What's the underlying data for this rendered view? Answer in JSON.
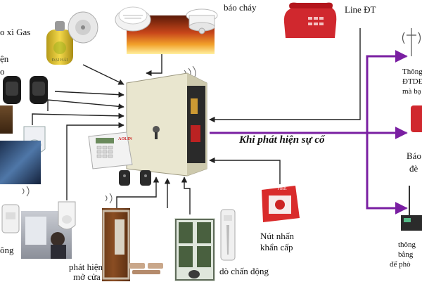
{
  "labels": {
    "gas": "o xì Gas",
    "left_top_line1": "ện",
    "left_top_line2": "o",
    "fire_alarm": "báo cháy",
    "phone_line": "Line ĐT",
    "incident": "Khi phát hiện sự cố",
    "right_1_line1": "Thông",
    "right_1_line2": "ĐTDĐ",
    "right_1_line3": "mà bạ",
    "right_2_line1": "Báo",
    "right_2_line2": "đè",
    "right_3_line1": "thông",
    "right_3_line2": "bằng",
    "right_3_line3": "để phò",
    "left_bottom": "ông",
    "door_line1": "phát hiện",
    "door_line2": "mở cửa",
    "panic_line1": "Nút nhấn",
    "panic_line2": "khẩn cấp",
    "vibration": "dò chấn động",
    "fire_box_text": "FIRE",
    "panel_brand": "AOLIN",
    "gas_brand": "ĐẠI HẢI"
  },
  "colors": {
    "arrow_black": "#222222",
    "arrow_purple": "#7a1fa2",
    "panel": "#e9e6cf",
    "fire_red": "#d92b2b",
    "phone_red": "#d0282e"
  }
}
